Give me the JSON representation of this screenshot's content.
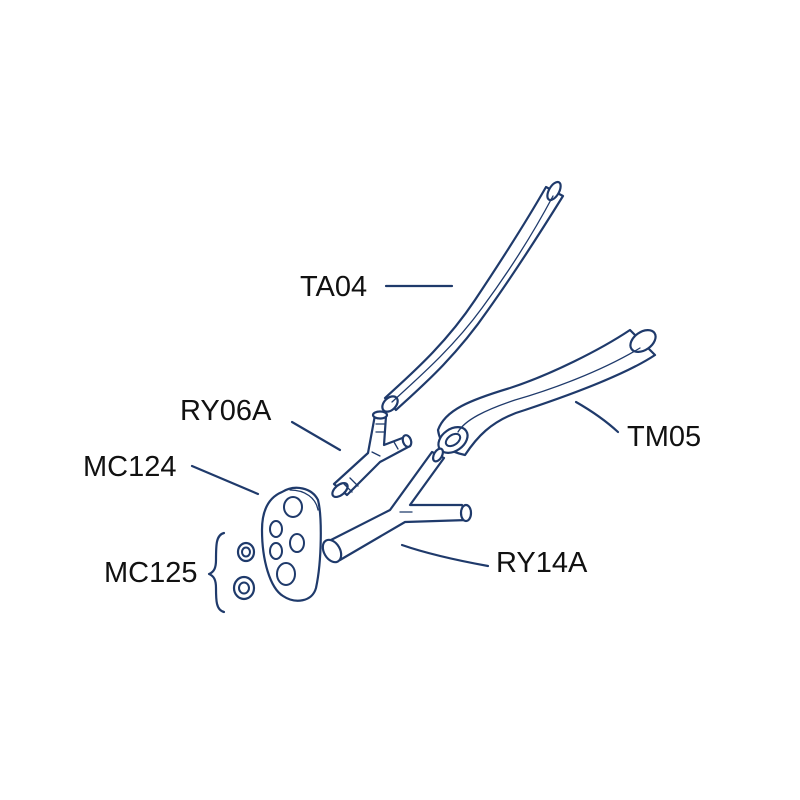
{
  "diagram": {
    "colors": {
      "outline": "#1f3a6b",
      "text": "#111111",
      "background": "#ffffff"
    },
    "parts": {
      "ta04": {
        "label": "TA04"
      },
      "tm05": {
        "label": "TM05"
      },
      "ry06a": {
        "label": "RY06A"
      },
      "mc124": {
        "label": "MC124"
      },
      "mc125": {
        "label": "MC125"
      },
      "ry14a": {
        "label": "RY14A"
      }
    }
  }
}
